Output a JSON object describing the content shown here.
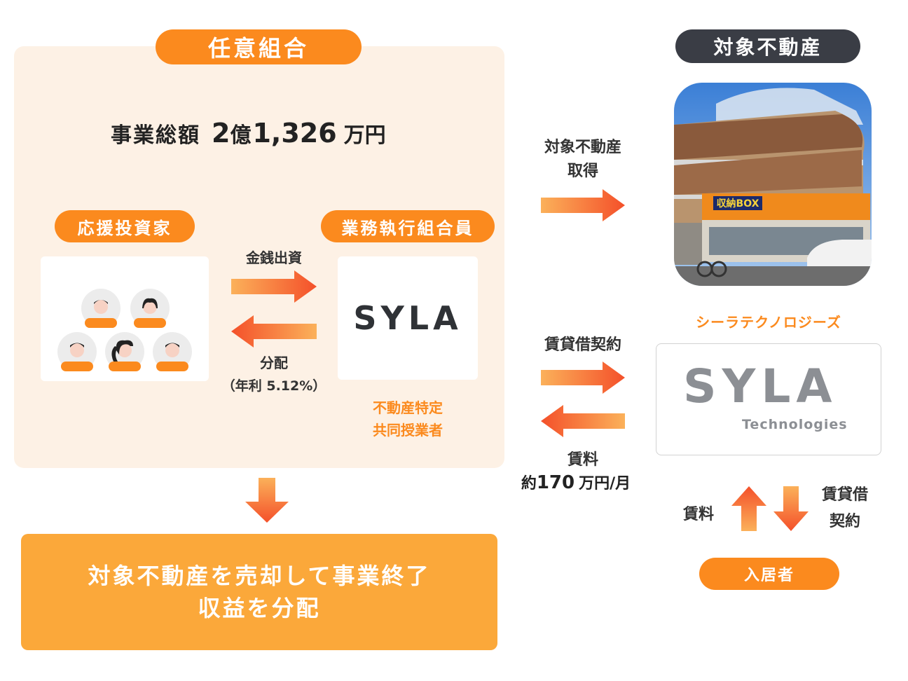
{
  "left_panel": {
    "header": "任意組合",
    "total": {
      "label": "事業総額",
      "num1": "2",
      "unit1": "億",
      "num2": "1,326",
      "unit2": "万円"
    },
    "investor_pill": "応援投資家",
    "executor_pill": "業務執行組合員",
    "invest_label": "金銭出資",
    "distribution_label": "分配",
    "distribution_rate": "（年利 5.12%）",
    "syla_logo": "SYLA",
    "executor_role_line1": "不動産特定",
    "executor_role_line2": "共同授業者"
  },
  "bottom_box": {
    "line1": "対象不動産を売却して事業終了",
    "line2": "収益を分配"
  },
  "right_panel": {
    "header": "対象不動産",
    "acquire_label_line1": "対象不動産",
    "acquire_label_line2": "取得",
    "sign_text": "収納BOX",
    "company_name": "シーラテクノロジーズ",
    "lease_label": "賃貸借契約",
    "rent_label": "賃料",
    "rent_amount_prefix": "約",
    "rent_amount_num": "170",
    "rent_amount_unit": "万円/月",
    "tenant_rent_label": "賃料",
    "tenant_lease_line1": "賃貸借",
    "tenant_lease_line2": "契約",
    "tenant_pill": "入居者",
    "tech_logo_main": "SYLA",
    "tech_logo_sub": "Technologies"
  },
  "colors": {
    "orange": "#fb8a1e",
    "arrow_start": "#fbb15a",
    "arrow_end": "#f4502a",
    "panel_bg": "#fdf1e5",
    "dark_pill": "#3a3d45",
    "bottom_box": "#fba83a"
  }
}
